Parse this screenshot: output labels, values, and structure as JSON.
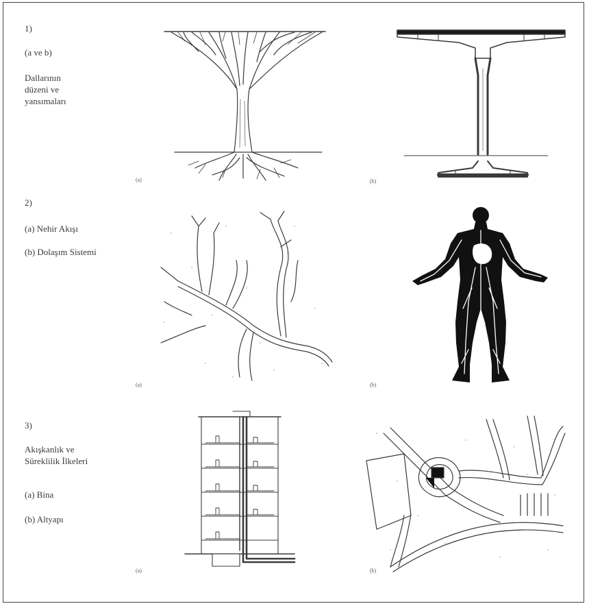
{
  "rows": [
    {
      "number": "1)",
      "subtitle": "(a ve b)",
      "description": "Dallarının\ndüzeni ve\nyansımaları",
      "caption_a": "(a)",
      "caption_b": "(b)",
      "figure_a_icon": "tree-with-roots-icon",
      "figure_b_icon": "t-shaped-structure-icon"
    },
    {
      "number": "2)",
      "item_a": "(a) Nehir Akışı",
      "item_b": "(b) Dolaşım Sistemi",
      "caption_a": "(a)",
      "caption_b": "(b)",
      "figure_a_icon": "river-network-icon",
      "figure_b_icon": "human-circulatory-system-icon"
    },
    {
      "number": "3)",
      "description": "Akışkanlık ve\nSüreklilik İlkeleri",
      "item_a": "(a) Bina",
      "item_b": "(b) Altyapı",
      "caption_a": "(a)",
      "caption_b": "(b)",
      "figure_a_icon": "building-section-icon",
      "figure_b_icon": "road-interchange-map-icon"
    }
  ],
  "colors": {
    "ink": "#3a3a3a",
    "fill_dark": "#111111",
    "paper": "#ffffff"
  }
}
